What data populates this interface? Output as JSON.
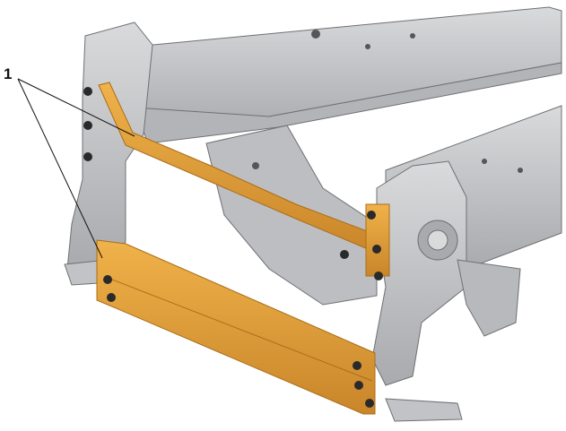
{
  "callouts": [
    {
      "label": "1"
    }
  ],
  "colors": {
    "frame_metal": "#c9cacc",
    "frame_shadow": "#9a9b9e",
    "frame_dark": "#6f7073",
    "highlight_part": "#e3a03a",
    "highlight_dark": "#a86d18",
    "bolt": "#2a2a2a",
    "leader_line": "#111111"
  },
  "parts": {
    "highlighted": [
      "upper-stabilizer-bar",
      "lower-bumper-plate"
    ]
  }
}
